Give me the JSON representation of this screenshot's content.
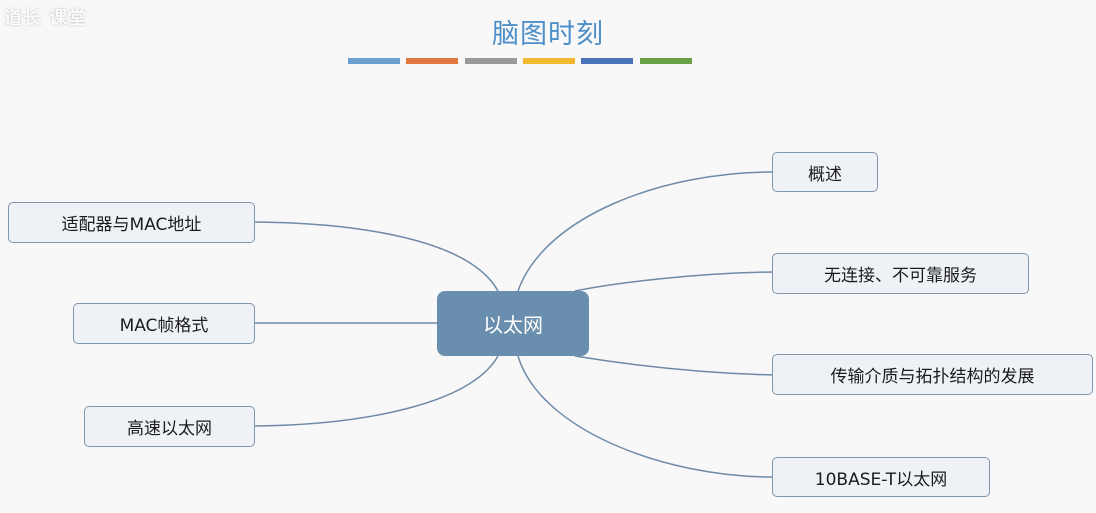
{
  "watermark": "道长 课堂",
  "title": "脑图时刻",
  "title_color": "#4d90c9",
  "color_bars": [
    "#6a9fd0",
    "#e07840",
    "#999999",
    "#f2b830",
    "#4a72b8",
    "#6aa048"
  ],
  "diagram": {
    "center": "以太网",
    "left_nodes": [
      "适配器与MAC地址",
      "MAC帧格式",
      "高速以太网"
    ],
    "right_nodes": [
      "概述",
      "无连接、不可靠服务",
      "传输介质与拓扑结构的发展",
      "10BASE-T以太网"
    ]
  },
  "colors": {
    "center_fill": "#6a8ead",
    "node_fill": "#eef2f7",
    "node_border": "#7f95ab",
    "link": "#6f8aa6"
  }
}
